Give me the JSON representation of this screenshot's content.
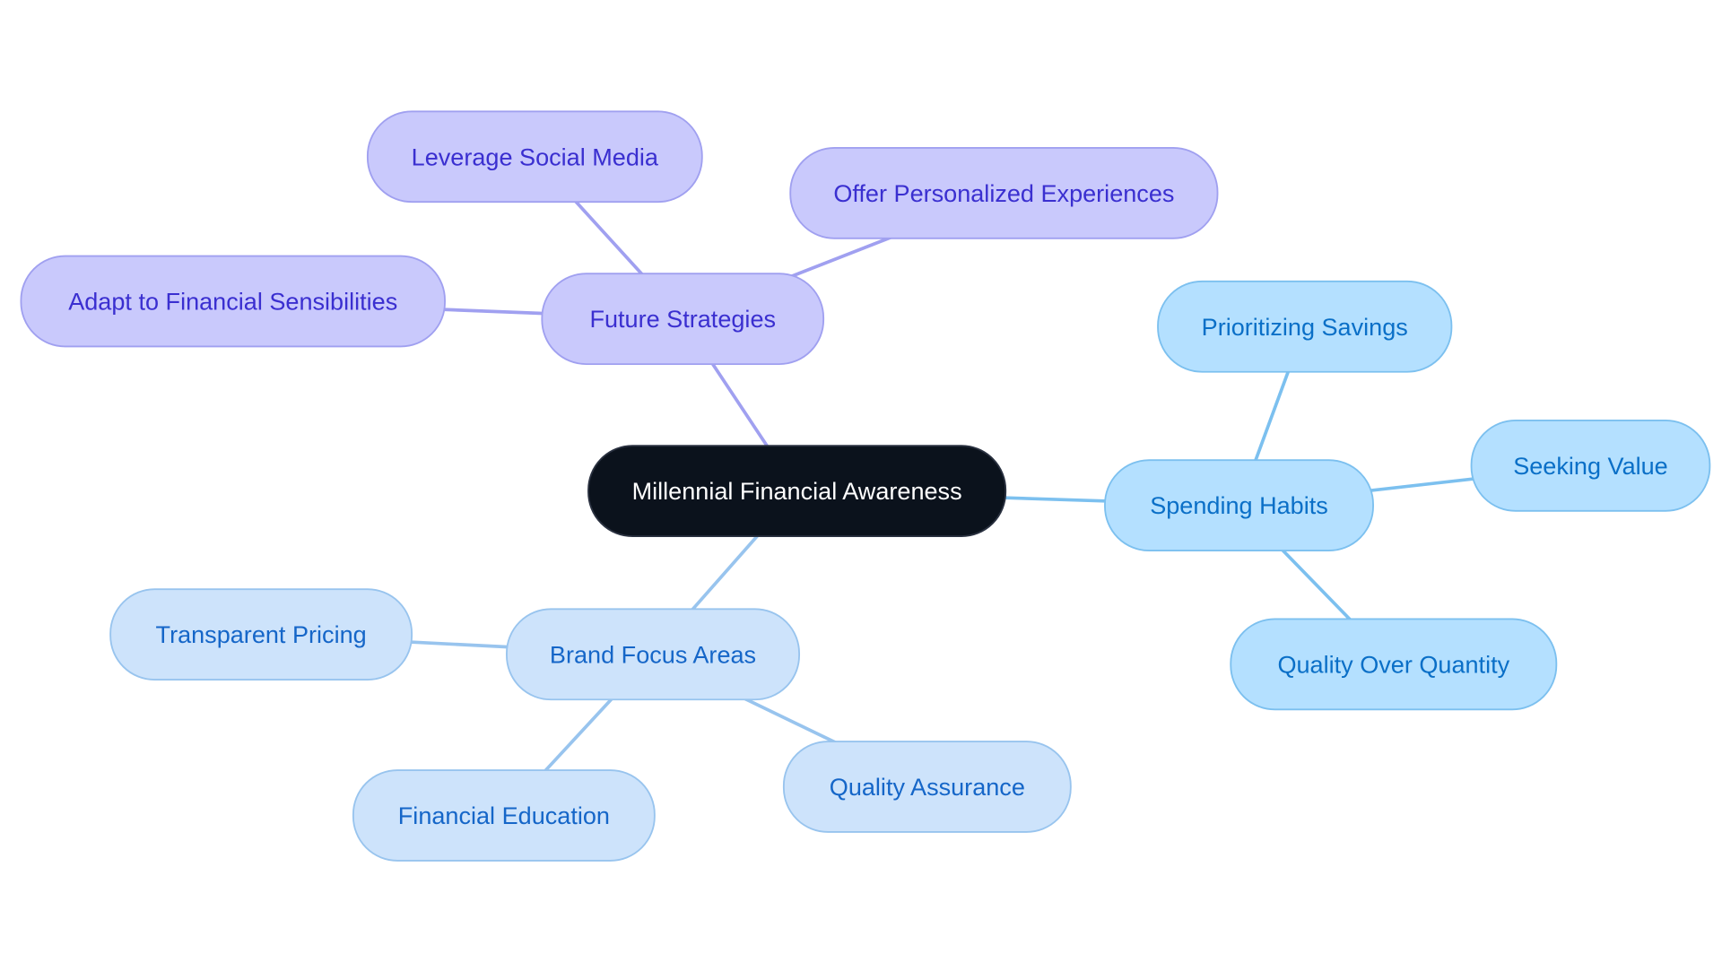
{
  "title": "Millennial Financial Awareness",
  "colors": {
    "center_fill": "#0b121c",
    "center_text": "#ffffff",
    "strategy_fill": "#c9c9fc",
    "strategy_stroke": "#a0a0f0",
    "strategy_text": "#3a2fd0",
    "spending_fill": "#b4e0ff",
    "spending_stroke": "#7cc0ef",
    "spending_text": "#0a6fc7",
    "brand_fill": "#cde3fb",
    "brand_stroke": "#98c4ee",
    "brand_text": "#1566c8"
  },
  "branches": [
    {
      "label": "Future Strategies",
      "group": "strategy",
      "children": [
        "Leverage Social Media",
        "Offer Personalized Experiences",
        "Adapt to Financial Sensibilities"
      ]
    },
    {
      "label": "Spending Habits",
      "group": "spending",
      "children": [
        "Prioritizing Savings",
        "Seeking Value",
        "Quality Over Quantity"
      ]
    },
    {
      "label": "Brand Focus Areas",
      "group": "brand",
      "children": [
        "Transparent Pricing",
        "Financial Education",
        "Quality Assurance"
      ]
    }
  ]
}
